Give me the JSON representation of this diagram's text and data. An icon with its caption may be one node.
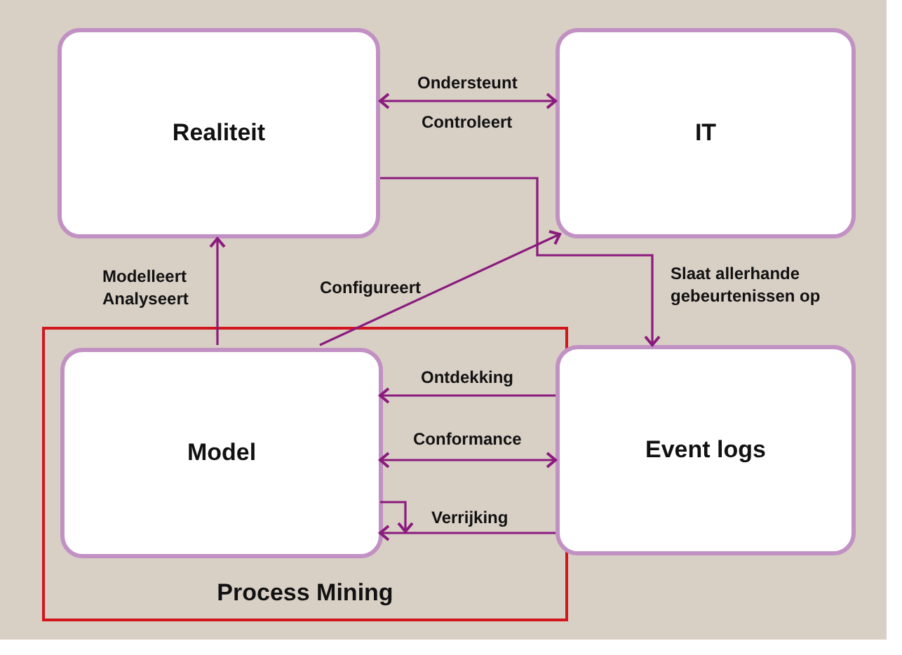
{
  "diagram": {
    "nodes": [
      {
        "text": [
          "Realiteit"
        ]
      },
      {
        "text": [
          "IT"
        ]
      },
      {
        "text": [
          "Process Mining"
        ]
      },
      {
        "text": [
          "Model"
        ],
        "in": 2
      },
      {
        "text": [
          "Event logs"
        ]
      }
    ],
    "edges": [
      {
        "from": 0,
        "to": 1,
        "arrow": "both",
        "label": "Ondersteunt"
      },
      {
        "from": 3,
        "to": 0,
        "arrow": "to",
        "label": "Modelleert Analyseert"
      },
      {
        "from": 3,
        "to": 1,
        "arrow": "to",
        "label": "Configureert"
      },
      {
        "from": 0,
        "to": 4,
        "arrow": "to",
        "label": "Slaat allerhande gebeurtenissen op"
      },
      {
        "from": 4,
        "to": 3,
        "arrow": "to",
        "label": "Ontdekking"
      },
      {
        "from": 3,
        "to": 4,
        "arrow": "both",
        "label": "Conformance"
      },
      {
        "from": 4,
        "to": 3,
        "arrow": "to",
        "label": "Verrijking"
      },
      {
        "from": 3,
        "to": null,
        "arrow": "to"
      }
    ],
    "labels": [
      "Controleert"
    ]
  }
}
